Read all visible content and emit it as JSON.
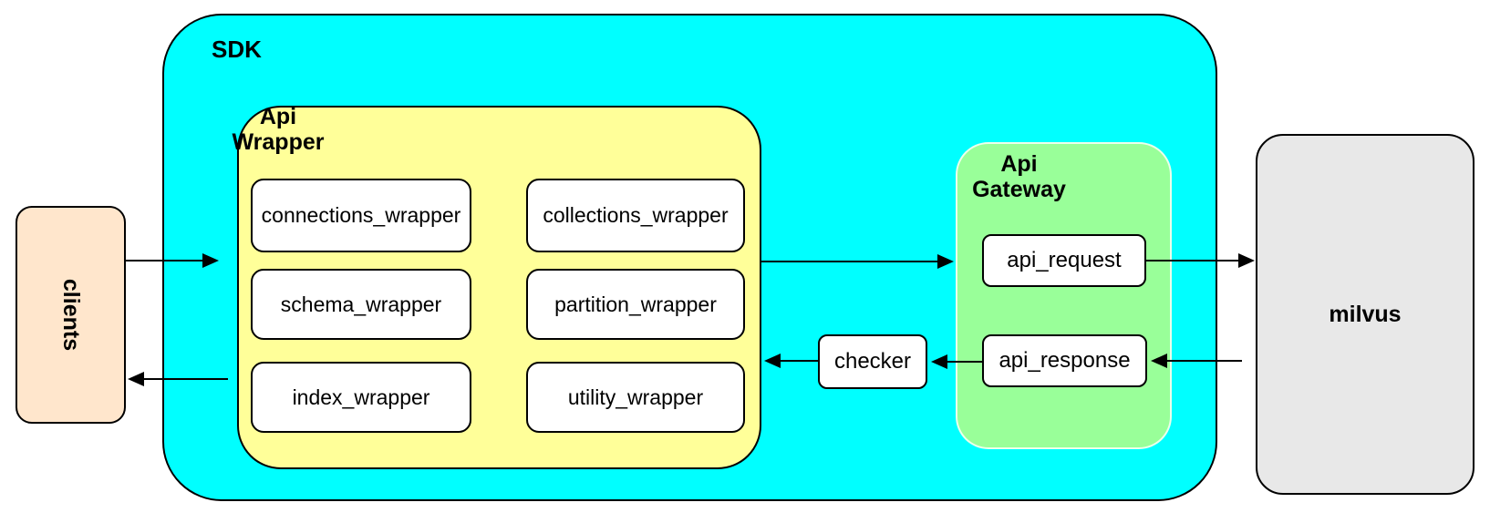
{
  "clients": {
    "label": "clients"
  },
  "sdk": {
    "label": "SDK"
  },
  "api_wrapper": {
    "label": [
      "Api",
      "Wrapper"
    ],
    "boxes": [
      "connections_wrapper",
      "collections_wrapper",
      "schema_wrapper",
      "partition_wrapper",
      "index_wrapper",
      "utility_wrapper"
    ]
  },
  "checker": {
    "label": "checker"
  },
  "api_gateway": {
    "label": [
      "Api",
      "Gateway"
    ],
    "boxes": [
      "api_request",
      "api_response"
    ]
  },
  "milvus": {
    "label": "milvus"
  },
  "colors": {
    "sdk_fill": "#00FFFF",
    "api_wrapper_fill": "#FFFF99",
    "api_gateway_fill": "#99FF99",
    "clients_fill": "#FFE6CC",
    "milvus_fill": "#E8E8E8",
    "node_fill": "#FFFFFF",
    "stroke": "#000000"
  }
}
